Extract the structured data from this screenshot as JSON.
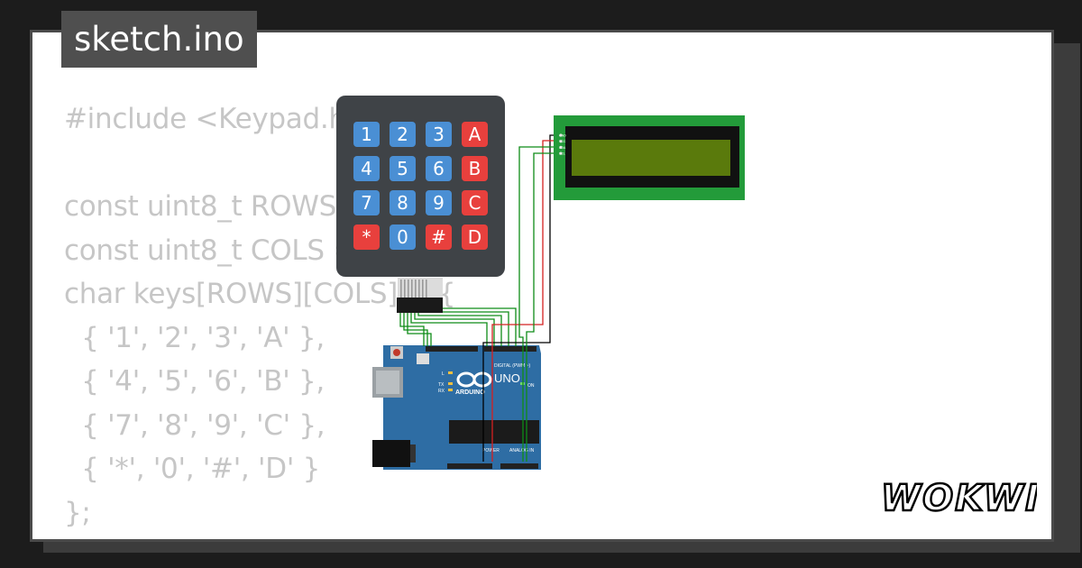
{
  "file_tab": {
    "label": "sketch.ino"
  },
  "code_lines": [
    "#include <Keypad.h>",
    "",
    "const uint8_t ROWS = 4;",
    "const uint8_t COLS = 4;",
    "char keys[ROWS][COLS] = {",
    "  { '1', '2', '3', 'A' },",
    "  { '4', '5', '6', 'B' },",
    "  { '7', '8', '9', 'C' },",
    "  { '*', '0', '#', 'D' }",
    "};"
  ],
  "keypad": {
    "rows": [
      [
        "1",
        "2",
        "3",
        "A"
      ],
      [
        "4",
        "5",
        "6",
        "B"
      ],
      [
        "7",
        "8",
        "9",
        "C"
      ],
      [
        "*",
        "0",
        "#",
        "D"
      ]
    ]
  },
  "lcd": {
    "pins": [
      "GND",
      "VCC",
      "SDA",
      "SCL"
    ]
  },
  "arduino": {
    "brand": "ARDUINO",
    "model": "UNO",
    "digital_label": "DIGITAL (PWM ~)",
    "power_label": "POWER",
    "analog_label": "ANALOG IN",
    "on_label": "ON",
    "tx_label": "TX",
    "rx_label": "RX",
    "l_label": "L"
  },
  "logo": {
    "text": "WOKWI"
  },
  "colors": {
    "key_blue": "#4a8fd4",
    "key_red": "#e8403d",
    "keypad_body": "#3f4347",
    "board_blue": "#2e6da4",
    "lcd_pcb": "#239b3a",
    "lcd_screen": "#5a7a0c",
    "wire_green": "#0e8c17",
    "wire_red": "#d42020",
    "wire_black": "#000000"
  }
}
